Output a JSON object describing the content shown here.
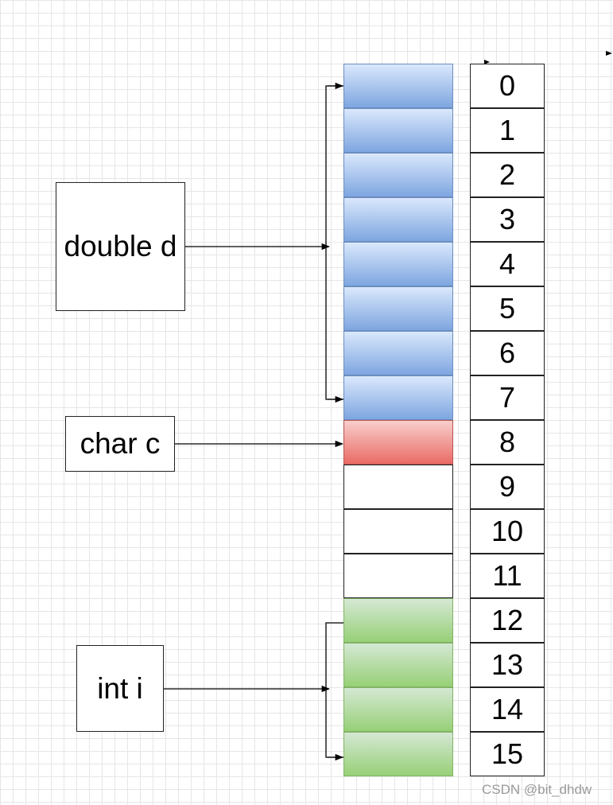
{
  "variables": {
    "double_d": "double d",
    "char_c": "char c",
    "int_i": "int i"
  },
  "memory": {
    "cells": [
      {
        "type": "double"
      },
      {
        "type": "double"
      },
      {
        "type": "double"
      },
      {
        "type": "double"
      },
      {
        "type": "double"
      },
      {
        "type": "double"
      },
      {
        "type": "double"
      },
      {
        "type": "double"
      },
      {
        "type": "char"
      },
      {
        "type": "padding"
      },
      {
        "type": "padding"
      },
      {
        "type": "padding"
      },
      {
        "type": "int"
      },
      {
        "type": "int"
      },
      {
        "type": "int"
      },
      {
        "type": "int"
      }
    ],
    "offsets": [
      "0",
      "1",
      "2",
      "3",
      "4",
      "5",
      "6",
      "7",
      "8",
      "9",
      "10",
      "11",
      "12",
      "13",
      "14",
      "15"
    ]
  },
  "colors": {
    "double": "#7ea6e0",
    "char": "#ea6b66",
    "int": "#97d077",
    "padding": "#ffffff"
  },
  "watermark": "CSDN @bit_dhdw"
}
